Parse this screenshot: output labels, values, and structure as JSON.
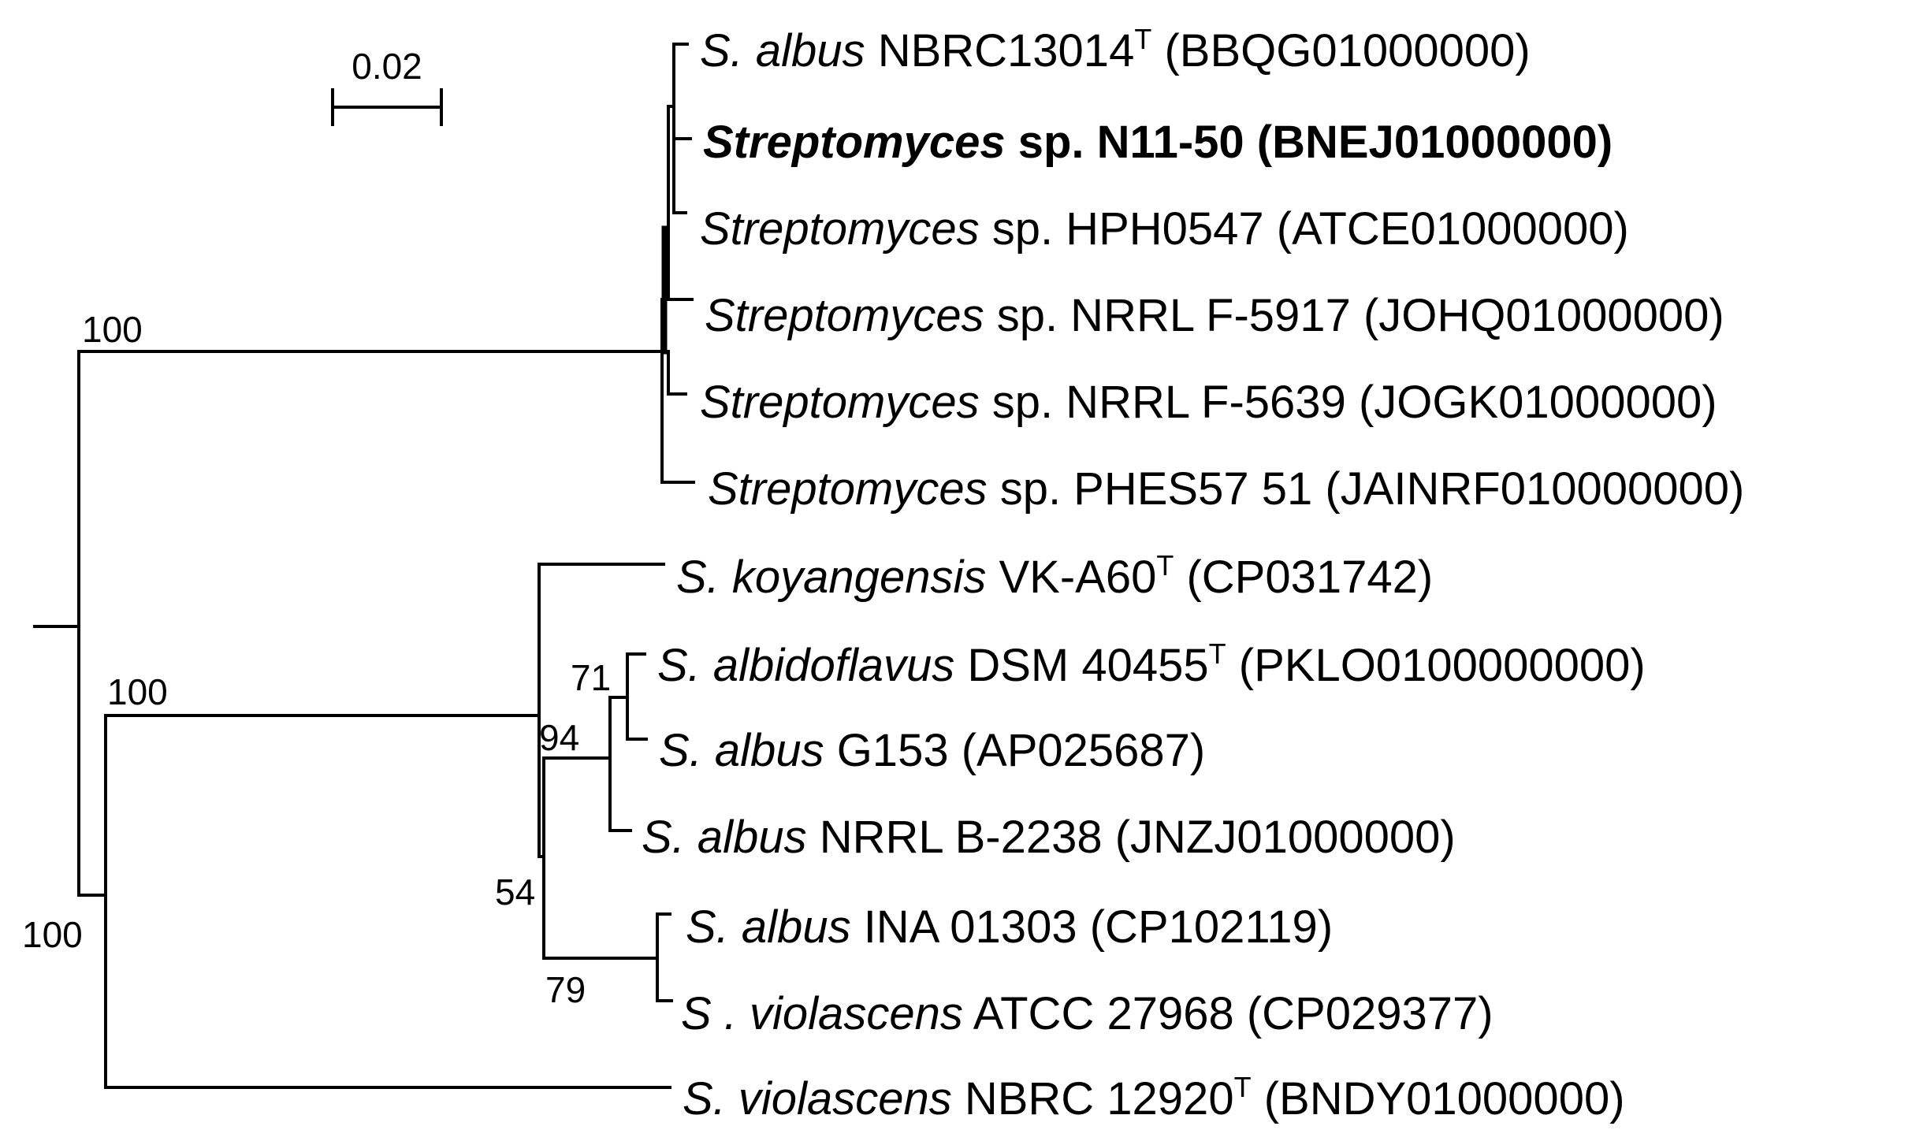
{
  "scale_bar": {
    "label": "0.02"
  },
  "taxa": [
    {
      "id": "t1",
      "genus": "S. albus",
      "strain": " NBRC13014",
      "type_strain": true,
      "accession": " (BBQG01000000)",
      "bold": false
    },
    {
      "id": "t2",
      "genus": "Streptomyces",
      "strain": " sp. N11-50",
      "type_strain": false,
      "accession": " (BNEJ01000000)",
      "bold": true
    },
    {
      "id": "t3",
      "genus": "Streptomyces",
      "strain": " sp. HPH0547",
      "type_strain": false,
      "accession": " (ATCE01000000)",
      "bold": false
    },
    {
      "id": "t4",
      "genus": "Streptomyces",
      "strain": " sp. NRRL F-5917",
      "type_strain": false,
      "accession": " (JOHQ01000000)",
      "bold": false
    },
    {
      "id": "t5",
      "genus": "Streptomyces",
      "strain": " sp. NRRL F-5639",
      "type_strain": false,
      "accession": " (JOGK01000000)",
      "bold": false
    },
    {
      "id": "t6",
      "genus": "Streptomyces",
      "strain": " sp. PHES57 51",
      "type_strain": false,
      "accession": " (JAINRF010000000)",
      "bold": false
    },
    {
      "id": "t7",
      "genus": "S. koyangensis",
      "strain": " VK-A60",
      "type_strain": true,
      "accession": " (CP031742)",
      "bold": false
    },
    {
      "id": "t8",
      "genus": "S. albidoflavus",
      "strain": " DSM 40455",
      "type_strain": true,
      "accession": " (PKLO0100000000)",
      "bold": false
    },
    {
      "id": "t9",
      "genus": "S. albus",
      "strain": " G153",
      "type_strain": false,
      "accession": " (AP025687)",
      "bold": false
    },
    {
      "id": "t10",
      "genus": "S. albus",
      "strain": " NRRL B-2238",
      "type_strain": false,
      "accession": " (JNZJ01000000)",
      "bold": false
    },
    {
      "id": "t11",
      "genus": "S. albus",
      "strain": " INA 01303",
      "type_strain": false,
      "accession": " (CP102119)",
      "bold": false
    },
    {
      "id": "t12",
      "genus": "S . violascens",
      "strain": " ATCC 27968",
      "type_strain": false,
      "accession": " (CP029377)",
      "bold": false
    },
    {
      "id": "t13",
      "genus": "S. violascens",
      "strain": " NBRC 12920",
      "type_strain": true,
      "accession": " (BNDY01000000)",
      "bold": false
    }
  ],
  "type_strain_marker": "T",
  "bootstrap_values": {
    "clade_albus_group": "100",
    "clade_other_group": "100",
    "clade_inner": "100",
    "node_71": "71",
    "node_94": "94",
    "node_54": "54",
    "node_79": "79"
  }
}
